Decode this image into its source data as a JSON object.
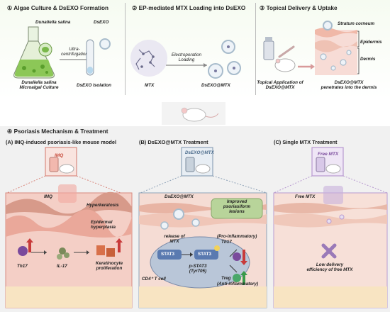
{
  "top": {
    "step1": {
      "title": "① Algae Culture & DsEXO Formation",
      "species": "Dunaliella salina",
      "product": "DsEXO",
      "process": [
        "Ultra-",
        "centrifugation"
      ],
      "caption_left": [
        "Dunaliella salina",
        "Microalgal Culture"
      ],
      "caption_right": "DsEXO Isolation"
    },
    "step2": {
      "title": "② EP-mediated MTX Loading into DsEXO",
      "process": [
        "Electroporation",
        "Loading"
      ],
      "caption_left": "MTX",
      "caption_right": "DsEXO@MTX"
    },
    "step3": {
      "title": "③ Topical Delivery & Uptake",
      "layers": [
        "Stratum corneum",
        "Epidermis",
        "Dermis"
      ],
      "caption_left": [
        "Topical Application of",
        "DsEXO@MTX"
      ],
      "caption_right": [
        "DsEXO@MTX",
        "penetrates into the dermis"
      ]
    }
  },
  "bottom": {
    "title": "④ Psoriasis Mechanism & Treatment",
    "panelA": {
      "title": "(A) IMQ-induced psoriasis-like mouse model",
      "box_label": "IMQ",
      "labels": {
        "imq": "IMQ",
        "hyperkeratosis": "Hyperkeratosis",
        "epidermal": [
          "Epidermal",
          "hyperplasia"
        ],
        "th17": "Th17",
        "il17": "IL-17",
        "kc": [
          "Keratinocyte",
          "proliferation"
        ]
      }
    },
    "panelB": {
      "title": "(B) DsEXO@MTX Treatment",
      "box_label": "DsEXO@MTX",
      "labels": {
        "dsexo": "DsEXO@MTX",
        "improved": [
          "Improved",
          "psoriasiform",
          "lesions"
        ],
        "release": [
          "release of",
          "MTX"
        ],
        "stat3a": "STAT3",
        "stat3b": "STAT3",
        "pstat3": [
          "p-STAT3",
          "(Tyr705)"
        ],
        "cd4": "CD4⁺ T cell",
        "pro": "(Pro-inflammatory)",
        "th17": "Th17",
        "treg": "Treg",
        "anti": "(Anti-inflammatory)"
      }
    },
    "panelC": {
      "title": "(C) Single MTX Treatment",
      "box_label": "Free MTX",
      "labels": {
        "free": "Free MTX",
        "low": [
          "Low delivery",
          "efficiency of free MTX"
        ]
      }
    }
  },
  "colors": {
    "top_bg": "#eef6e6",
    "bottom_bg": "#f2f2f2",
    "skin_pink": "#f3c9c0",
    "skin_dark": "#d9968c",
    "panelA_frame": "#d98a80",
    "panelB_frame": "#8fa3b8",
    "panelC_frame": "#b89ad0",
    "green_algae": "#7fbf4a",
    "teal_box": "#a8c98a"
  }
}
